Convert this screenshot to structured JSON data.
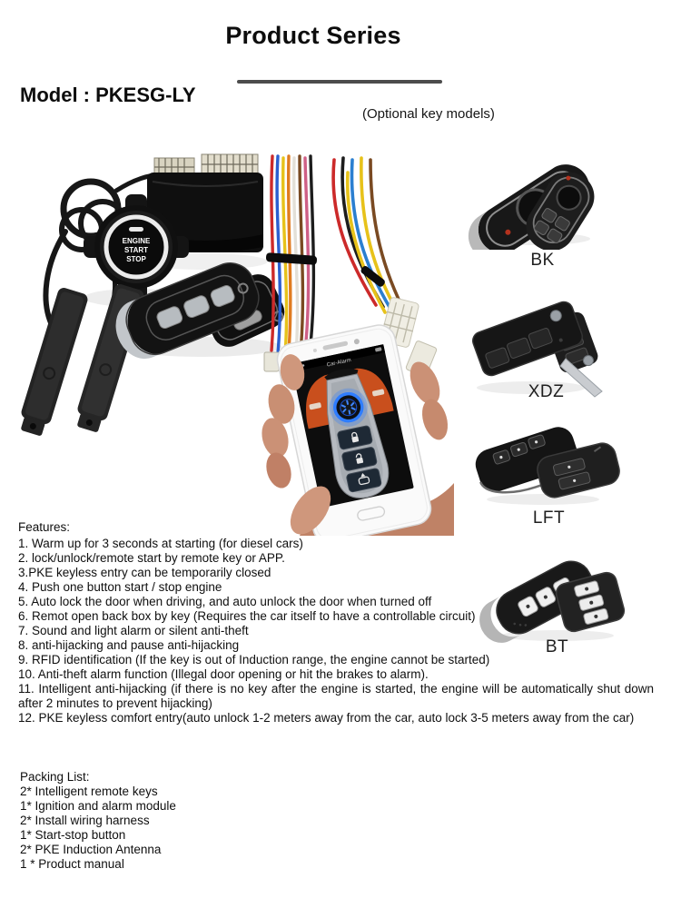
{
  "header": {
    "title": "Product Series",
    "model": "Model : PKESG-LY",
    "subtitle": "(Optional key models)"
  },
  "photo": {
    "start_button": {
      "line1": "ENGINE",
      "line2": "START",
      "line3": "STOP"
    },
    "app_title": "Car-Alarm"
  },
  "key_models": {
    "bk": "BK",
    "xdz": "XDZ",
    "lft": "LFT",
    "bt": "BT"
  },
  "features": {
    "heading": "Features:",
    "items": [
      "1. Warm up for 3 seconds at starting (for diesel cars)",
      "2. lock/unlock/remote start by remote key or APP.",
      "3.PKE keyless entry can be temporarily closed",
      "4. Push one button start / stop engine",
      "5. Auto lock the door when driving, and auto unlock the door when turned off",
      "6. Remot open back box by key (Requires the car itself to have a controllable circuit)",
      "7. Sound and light alarm or silent anti-theft",
      "8. anti-hijacking and pause anti-hijacking",
      "9. RFID identification (If the key is out of Induction range, the engine cannot be started)",
      "10. Anti-theft alarm function (Illegal door opening or hit the brakes to alarm).",
      "11. Intelligent anti-hijacking (if there is no key after the engine is started, the engine will be automatically shut down after 2 minutes to prevent hijacking)",
      "12. PKE keyless comfort entry(auto unlock 1-2 meters away from the car, auto lock 3-5 meters away from the car)"
    ]
  },
  "packing": {
    "heading": "Packing List:",
    "items": [
      "2* Intelligent remote keys",
      "1* Ignition and alarm module",
      "2* Install wiring harness",
      "1* Start-stop button",
      "2* PKE Induction Antenna",
      "1 * Product manual"
    ]
  },
  "colors": {
    "divider": "#4c4c4c",
    "accent_blue": "#2f7dff",
    "car_orange": "#c94f1d",
    "key_body": "#161616"
  }
}
